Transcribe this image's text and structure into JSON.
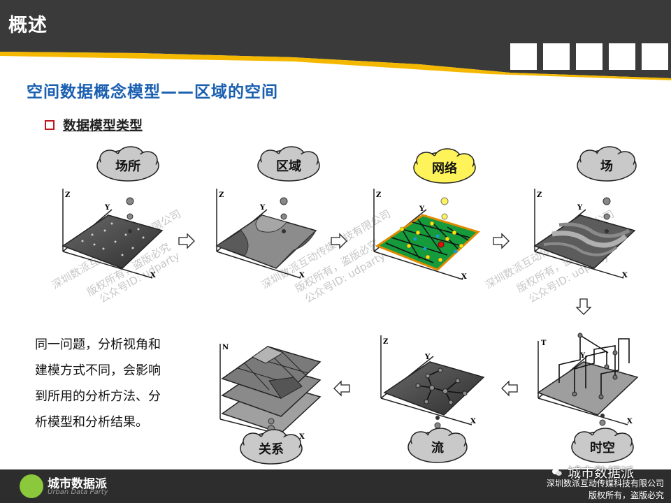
{
  "header": {
    "title": "概述",
    "bg_color": "#3a3a3a",
    "accent_color": "#f5b800"
  },
  "subtitle": "空间数据概念模型——区域的空间",
  "section": {
    "label": "数据模型类型",
    "bullet_color": "#c0171c"
  },
  "description": [
    "同一问题，分析视角和",
    "建模方式不同，会影响",
    "到所用的分析方法、分",
    "析模型和分析结果。"
  ],
  "models": [
    {
      "id": "place",
      "label": "场所"
    },
    {
      "id": "region",
      "label": "区域"
    },
    {
      "id": "network",
      "label": "网络",
      "highlighted": true
    },
    {
      "id": "field",
      "label": "场"
    },
    {
      "id": "spacetime",
      "label": "时空"
    },
    {
      "id": "flow",
      "label": "流"
    },
    {
      "id": "relation",
      "label": "关系"
    }
  ],
  "axes": {
    "x": "X",
    "y": "Y",
    "z": "Z",
    "t": "T",
    "n": "N"
  },
  "watermark": [
    "深圳数派互动传媒科技有限公司",
    "版权所有，盗版必究",
    "公众号ID: udparty"
  ],
  "footer": {
    "logo_cn": "城市数据派",
    "logo_en": "Urban Data Party",
    "wechat_name": "城市数据派",
    "copyright_line1": "深圳数派互动传媒科技有限公司",
    "copyright_line2": "版权所有，盗版必究"
  }
}
